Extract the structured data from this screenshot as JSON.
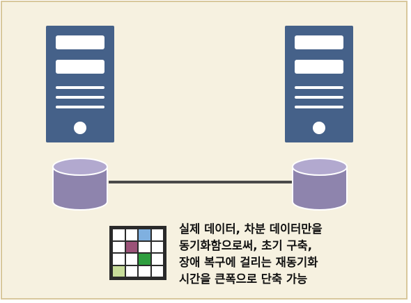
{
  "caption": {
    "lines": [
      "실제 데이터, 차분 데이터만을",
      "동기화함으로써, 초기 구축,",
      "장애 복구에 걸리는 재동기화",
      "시간을 큰폭으로 단축 가능"
    ]
  },
  "colors": {
    "background": "#f6f1e0",
    "border": "#d8c79b",
    "server": "#456189",
    "database": "#8e84ad",
    "database_top": "#b2a9cf",
    "grid_blue": "#7fb0e0",
    "grid_purple": "#9b5278",
    "grid_green": "#2f9e3f",
    "grid_lightgreen": "#c7dc9a"
  },
  "icons": [
    "server-icon",
    "database-icon",
    "block-grid-icon"
  ],
  "grid": {
    "colored_cells": [
      {
        "row": 0,
        "col": 2,
        "color": "blue"
      },
      {
        "row": 1,
        "col": 1,
        "color": "purple"
      },
      {
        "row": 2,
        "col": 2,
        "color": "green"
      },
      {
        "row": 3,
        "col": 0,
        "color": "lightgreen"
      }
    ]
  }
}
